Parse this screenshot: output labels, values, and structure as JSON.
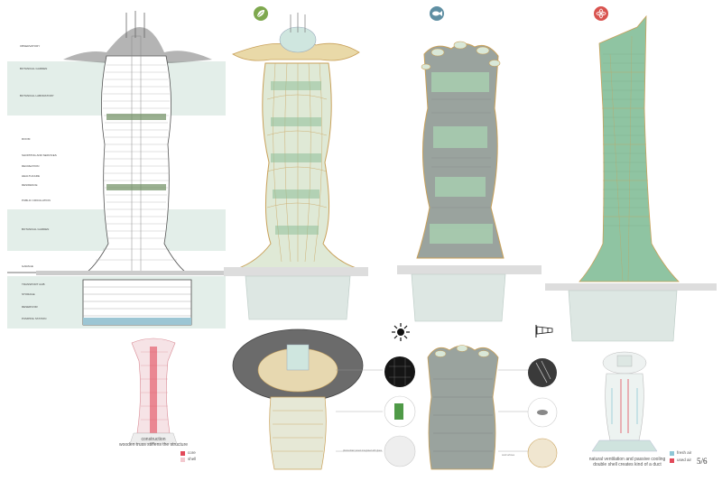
{
  "section_labels": [
    "OBSERVATORY",
    "BOTANICAL GARDEN",
    "BOTANICAL LABORATORY",
    "ROOM",
    "SHOPPING AND SERVICES",
    "RECREATION",
    "HEALTHCARE",
    "RESIDENCE",
    "PUBLIC CIRCULATION",
    "BOTANICAL GARDEN",
    "GARAGE",
    "TRANSPORT HUB",
    "STORAGE",
    "RESERVOIR",
    "PUMPING STATION"
  ],
  "icons": {
    "tower1": "leaf-icon",
    "tower2": "fish-icon",
    "tower3": "atom-icon",
    "sun": "sun-icon",
    "wind": "windsock-icon"
  },
  "colors": {
    "accent_green": "#7ea84e",
    "accent_blue": "#5f8fa3",
    "accent_red": "#d9534f",
    "band_green": "#e3eee9",
    "wood": "#c9a15a",
    "glass": "#9cc9a6"
  },
  "captions": {
    "construction_title": "construction",
    "construction_sub": "wooden truss stiffens the structure",
    "legend_core": "core",
    "legend_shell": "shell",
    "ventilation_title": "natural ventilation and passive cooling",
    "ventilation_sub": "double shell creates kind of a duct",
    "legend_fresh": "fresh air",
    "legend_used": "used air",
    "solar_note": "photovoltaic panels integrated with glass",
    "wind_note": "wind turbines"
  },
  "page_number": "5/6"
}
